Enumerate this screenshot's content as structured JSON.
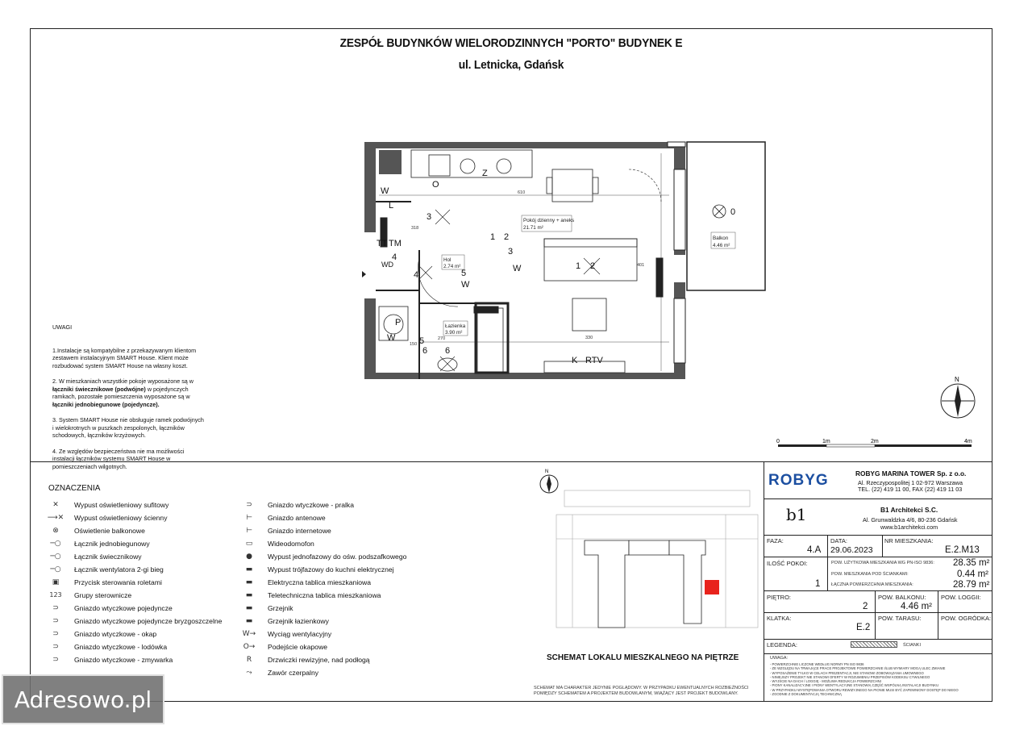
{
  "header": {
    "title_line1": "ZESPÓŁ BUDYNKÓW WIELORODZINNYCH \"PORTO\"    BUDYNEK E",
    "title_line2": "ul. Letnicka, Gdańsk"
  },
  "plan": {
    "rooms": [
      {
        "name": "Pokój dzienny + aneks",
        "area": "21.71 m²"
      },
      {
        "name": "Hol",
        "area": "2.74 m²"
      },
      {
        "name": "Łazienka",
        "area": "3.90 m²"
      },
      {
        "name": "Balkon",
        "area": "4.46 m²"
      }
    ],
    "dimensions": [
      "610",
      "318",
      "330",
      "401",
      "270",
      "150"
    ],
    "symbol_labels": [
      "W",
      "L",
      "TT",
      "TM",
      "4",
      "WD",
      "P",
      "W",
      "Z",
      "O",
      "3",
      "1",
      "2",
      "3",
      "5",
      "W",
      "W",
      "1",
      "2",
      "4",
      "5",
      "6",
      "6",
      "K",
      "RTV",
      "0"
    ]
  },
  "notes": {
    "heading": "UWAGI",
    "p1": "1.Instalacje są kompatybilne z przekazywanym klientom zestawem instalacyjnym SMART House. Klient może rozbudować system SMART House na własny koszt.",
    "p2a": "2. W mieszkaniach wszystkie pokoje wyposażone są w ",
    "p2b": "łączniki świecznikowe (podwójne)",
    "p2c": " w pojedynczych ramkach, pozostałe pomieszczenia wyposażone są w ",
    "p2d": "łączniki jednobiegunowe (pojedyncze).",
    "p3": "3. System SMART House nie obsługuje ramek podwójnych i wielokrotnych w puszkach zespolonych, łączników schodowych, łączników krzyżowych.",
    "p4": "4. Ze względów bezpieczeństwa nie ma możliwości instalacji łączników systemu SMART House w pomieszczeniach wilgotnych."
  },
  "legend": {
    "title": "OZNACZENIA",
    "left": [
      {
        "sym": "✕",
        "label": "Wypust oświetleniowy sufitowy"
      },
      {
        "sym": "⟶✕",
        "label": "Wypust oświetleniowy ścienny"
      },
      {
        "sym": "⊗",
        "label": "Oświetlenie balkonowe"
      },
      {
        "sym": "─○",
        "label": "Łącznik jednobiegunowy"
      },
      {
        "sym": "─○",
        "label": "Łącznik świecznikowy"
      },
      {
        "sym": "─○",
        "label": "Łącznik wentylatora 2-gi bieg"
      },
      {
        "sym": "▣",
        "label": "Przycisk sterowania roletami"
      },
      {
        "sym": "123",
        "label": "Grupy sterownicze"
      },
      {
        "sym": "⊃",
        "label": "Gniazdo wtyczkowe pojedyncze"
      },
      {
        "sym": "⊃",
        "label": "Gniazdo wtyczkowe pojedyncze bryzgoszczelne"
      },
      {
        "sym": "⊃",
        "label": "Gniazdo wtyczkowe - okap"
      },
      {
        "sym": "⊃",
        "label": "Gniazdo wtyczkowe - lodówka"
      },
      {
        "sym": "⊃",
        "label": "Gniazdo wtyczkowe - zmywarka"
      }
    ],
    "right": [
      {
        "sym": "⊃",
        "label": "Gniazdo wtyczkowe - pralka"
      },
      {
        "sym": "⊢",
        "label": "Gniazdo antenowe"
      },
      {
        "sym": "⊢",
        "label": "Gniazdo internetowe"
      },
      {
        "sym": "▭",
        "label": "Wideodomofon"
      },
      {
        "sym": "●",
        "label": "Wypust jednofazowy do ośw. podszafkowego"
      },
      {
        "sym": "▬",
        "label": "Wypust trójfazowy do kuchni elektrycznej"
      },
      {
        "sym": "▬",
        "label": "Elektryczna tablica mieszkaniowa"
      },
      {
        "sym": "▬",
        "label": "Teletechniczna tablica mieszkaniowa"
      },
      {
        "sym": "▬",
        "label": "Grzejnik"
      },
      {
        "sym": "▬",
        "label": "Grzejnik łazienkowy"
      },
      {
        "sym": "W→",
        "label": "Wyciąg wentylacyjny"
      },
      {
        "sym": "O→",
        "label": "Podejście okapowe"
      },
      {
        "sym": "R",
        "label": "Drzwiczki rewizyjne, nad podłogą"
      },
      {
        "sym": "⤳",
        "label": "Zawór czerpalny"
      }
    ]
  },
  "scheme": {
    "title": "SCHEMAT LOKALU MIESZKALNEGO NA PIĘTRZE",
    "note": "SCHEMAT MA CHARAKTER JEDYNIE POGLĄDOWY. W PRZYPADKU EWENTUALNYCH ROZBIEŻNOŚCI POMIĘDZY SCHEMATEM A PROJEKTEM BUDOWLANYM, WIĄŻĄCY JEST PROJEKT BUDOWLANY.",
    "highlight_color": "#e8231c"
  },
  "scale": {
    "labels": [
      "0",
      "1m",
      "2m",
      "4m"
    ]
  },
  "compass": {
    "label": "N"
  },
  "company": {
    "logo": "ROBYG",
    "logo_color": "#1c4fa1",
    "name": "ROBYG MARINA TOWER Sp. z o.o.",
    "address": "Al. Rzeczypospolitej 1 02-972 Warszawa",
    "phone": "TEL. (22) 419 11 00, FAX (22) 419 11 03"
  },
  "architect": {
    "logo": "b1",
    "name": "B1 Architekci S.C.",
    "address": "Al. Grunwaldzka 4/6, 80-236 Gdańsk",
    "web": "www.b1architekci.com"
  },
  "info": {
    "faza_label": "FAZA:",
    "faza": "4.A",
    "data_label": "DATA:",
    "data": "29.06.2023",
    "nr_label": "NR MIESZKANIA:",
    "nr": "E.2.M13",
    "pokoje_label": "ILOŚĆ POKOI:",
    "pokoje": "1",
    "pow_uzytkowa_label": "POW. UŻYTKOWA MIESZKANIA WG PN-ISO 9836:",
    "pow_uzytkowa": "28.35 m²",
    "pow_pod_label": "POW. MIESZKANIA POD ŚCIANKAMI:",
    "pow_pod": "0.44 m²",
    "pow_laczna_label": "ŁĄCZNA POWIERZCHNIA MIESZKANIA:",
    "pow_laczna": "28.79 m²",
    "pietro_label": "PIĘTRO:",
    "pietro": "2",
    "balkon_label": "POW. BALKONU:",
    "balkon": "4.46 m²",
    "loggia_label": "POW. LOGGII:",
    "klatka_label": "KLATKA:",
    "klatka": "E.2",
    "taras_label": "POW. TARASU:",
    "ogrodek_label": "POW. OGRÓDKA:",
    "legenda_label": "LEGENDA:",
    "scianki_label": "ŚCIANKI",
    "uwaga_label": "UWAGA:",
    "uwaga_text": "- POWIERZCHNIE LICZONE WEDŁUG NORMY PN ISO 9836\n- ZE WZGLĘDU NA TRWAJĄCE PRACE PROJEKTOWE POWIERZCHNIE I/LUB WYMIARY MOGĄ ULEC ZMIANIE\n- WYPOSAŻENIE TYLKO W CELACH PREZENTACJI, NIE STANOWI ZOBOWIĄZANIA UMOWNEGO\n- NINIEJSZY PROJEKT NIE STANOWI OFERTY W ROZUMIENIU PRZEPISÓW KODEKSU CYWILNEGO\n- WYJŚCIE NA DACH / LOGGIĘ - MOŻLIWA REDUKCJA POWIERZCHNI\n- PIONY KANALIZACYJNE I PIONY WENTYLACYJNE STANOWIĄ CZĘŚĆ WSPÓLNĄ INSTALACJI BUDYNKU\n- W PRZYPADKU WYSTĘPOWANIA OTWORU REWIZYJNEGO NA PIONIE MUSI BYĆ ZAPEWNIONY DOSTĘP DO NIEGO\n- ZGODNIE Z DOKUMENTACJĄ TECHNICZNĄ"
  },
  "watermark": {
    "text": "Adresowo.pl"
  }
}
